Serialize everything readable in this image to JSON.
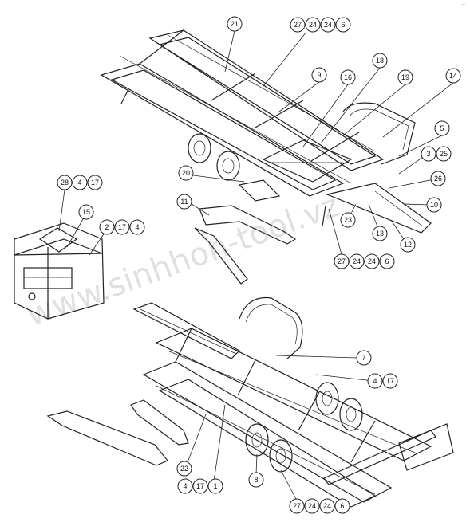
{
  "watermark": "www.sinhhon-tool.vz",
  "corner_mark": "~",
  "callouts": [
    {
      "id": "c21",
      "label": "21"
    },
    {
      "id": "c27a",
      "label": "27"
    },
    {
      "id": "c24a",
      "label": "24"
    },
    {
      "id": "c24b",
      "label": "24"
    },
    {
      "id": "c6a",
      "label": "6"
    },
    {
      "id": "c9",
      "label": "9"
    },
    {
      "id": "c18",
      "label": "18"
    },
    {
      "id": "c16",
      "label": "16"
    },
    {
      "id": "c19",
      "label": "19"
    },
    {
      "id": "c14",
      "label": "14"
    },
    {
      "id": "c5",
      "label": "5"
    },
    {
      "id": "c3",
      "label": "3"
    },
    {
      "id": "c25",
      "label": "25"
    },
    {
      "id": "c26",
      "label": "26"
    },
    {
      "id": "c10",
      "label": "10"
    },
    {
      "id": "c20",
      "label": "20"
    },
    {
      "id": "c11",
      "label": "11"
    },
    {
      "id": "c23",
      "label": "23"
    },
    {
      "id": "c13",
      "label": "13"
    },
    {
      "id": "c12",
      "label": "12"
    },
    {
      "id": "c27b",
      "label": "27"
    },
    {
      "id": "c24c",
      "label": "24"
    },
    {
      "id": "c24d",
      "label": "24"
    },
    {
      "id": "c6b",
      "label": "6"
    },
    {
      "id": "c28",
      "label": "28"
    },
    {
      "id": "c4a",
      "label": "4"
    },
    {
      "id": "c17a",
      "label": "17"
    },
    {
      "id": "c15",
      "label": "15"
    },
    {
      "id": "c2",
      "label": "2"
    },
    {
      "id": "c17b",
      "label": "17"
    },
    {
      "id": "c4b",
      "label": "4"
    },
    {
      "id": "c7",
      "label": "7"
    },
    {
      "id": "c4c",
      "label": "4"
    },
    {
      "id": "c17c",
      "label": "17"
    },
    {
      "id": "c22",
      "label": "22"
    },
    {
      "id": "c4d",
      "label": "4"
    },
    {
      "id": "c17d",
      "label": "17"
    },
    {
      "id": "c1",
      "label": "1"
    },
    {
      "id": "c8",
      "label": "8"
    },
    {
      "id": "c27c",
      "label": "27"
    },
    {
      "id": "c24e",
      "label": "24"
    },
    {
      "id": "c24f",
      "label": "24"
    },
    {
      "id": "c6c",
      "label": "6"
    }
  ]
}
